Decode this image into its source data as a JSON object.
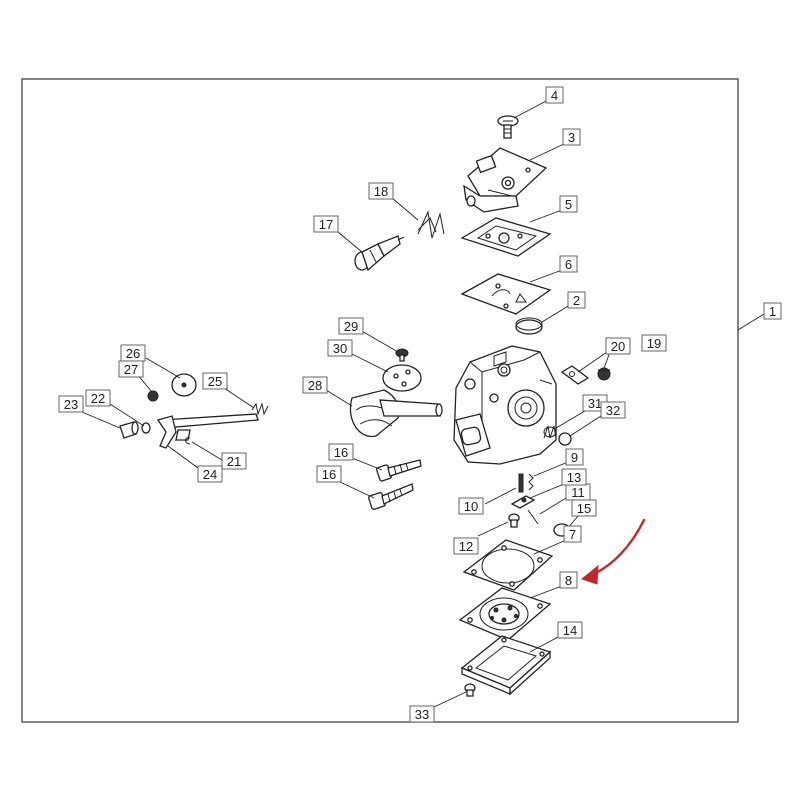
{
  "diagram": {
    "frame_label": "1",
    "callouts": [
      {
        "id": "c1",
        "label": "1"
      },
      {
        "id": "c2",
        "label": "2"
      },
      {
        "id": "c3",
        "label": "3"
      },
      {
        "id": "c4",
        "label": "4"
      },
      {
        "id": "c5",
        "label": "5"
      },
      {
        "id": "c6",
        "label": "6"
      },
      {
        "id": "c7",
        "label": "7"
      },
      {
        "id": "c8",
        "label": "8"
      },
      {
        "id": "c9",
        "label": "9"
      },
      {
        "id": "c10",
        "label": "10"
      },
      {
        "id": "c11",
        "label": "11"
      },
      {
        "id": "c12",
        "label": "12"
      },
      {
        "id": "c13",
        "label": "13"
      },
      {
        "id": "c14",
        "label": "14"
      },
      {
        "id": "c15",
        "label": "15"
      },
      {
        "id": "c16a",
        "label": "16"
      },
      {
        "id": "c16b",
        "label": "16"
      },
      {
        "id": "c17",
        "label": "17"
      },
      {
        "id": "c18",
        "label": "18"
      },
      {
        "id": "c19",
        "label": "19"
      },
      {
        "id": "c20",
        "label": "20"
      },
      {
        "id": "c21",
        "label": "21"
      },
      {
        "id": "c22",
        "label": "22"
      },
      {
        "id": "c23",
        "label": "23"
      },
      {
        "id": "c24",
        "label": "24"
      },
      {
        "id": "c25",
        "label": "25"
      },
      {
        "id": "c26",
        "label": "26"
      },
      {
        "id": "c27",
        "label": "27"
      },
      {
        "id": "c28",
        "label": "28"
      },
      {
        "id": "c29",
        "label": "29"
      },
      {
        "id": "c30",
        "label": "30"
      },
      {
        "id": "c31",
        "label": "31"
      },
      {
        "id": "c32",
        "label": "32"
      },
      {
        "id": "c33",
        "label": "33"
      }
    ],
    "highlight_arrow": {
      "target_label": "8",
      "color": "#c0282d"
    }
  }
}
